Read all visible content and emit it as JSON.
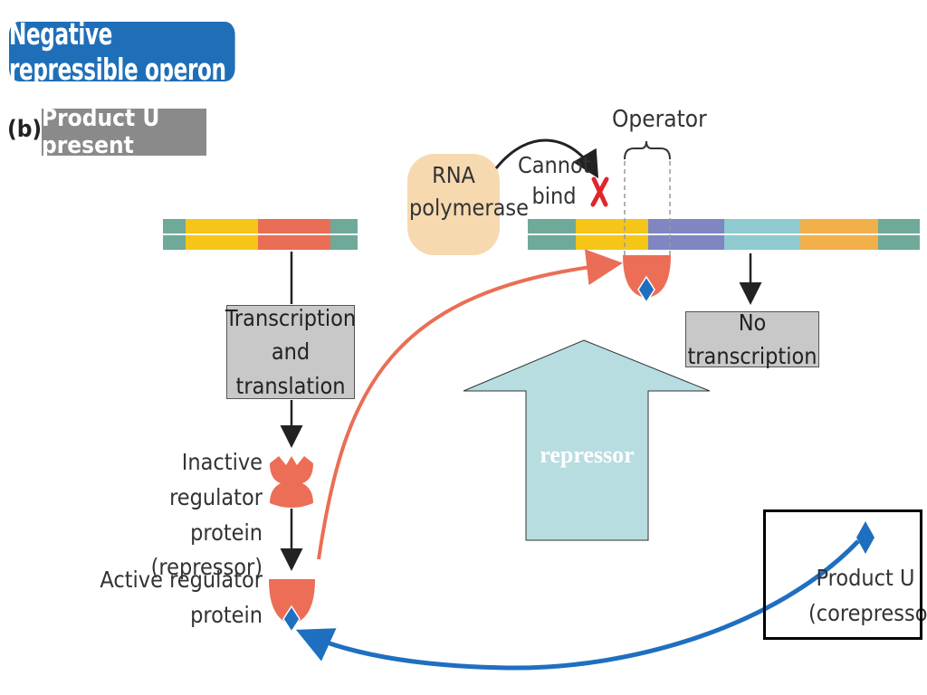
{
  "header": {
    "title": "Negative repressible operon",
    "panel_letter": "(b)",
    "panel_title": "Product U present"
  },
  "labels": {
    "operator": "Operator",
    "rna_polymerase_line1": "RNA",
    "rna_polymerase_line2": "polymerase",
    "cannot_bind_line1": "Cannot",
    "cannot_bind_line2": "bind",
    "transcription_line1": "Transcription",
    "transcription_line2": "and translation",
    "no_transcription": "No transcription",
    "inactive_line1": "Inactive regulator",
    "inactive_line2": "protein (repressor)",
    "active_line1": "Active regulator",
    "active_line2": "protein",
    "product_line1": "Product U",
    "product_line2": "(corepressor)",
    "big_arrow_text": "repressor"
  },
  "colors": {
    "title_bg": "#1f6fb8",
    "dna_green": "#6fa99a",
    "dna_yellow": "#f5c518",
    "dna_red": "#ea6e55",
    "dna_blue": "#7f86c2",
    "dna_teal": "#8ecad0",
    "dna_orange": "#f2b04b",
    "protein": "#ec6e57",
    "corepressor": "#1f6fc0",
    "polymerase": "#f7d9b0",
    "big_arrow": "#b7dde0",
    "cross": "#e0262c"
  }
}
